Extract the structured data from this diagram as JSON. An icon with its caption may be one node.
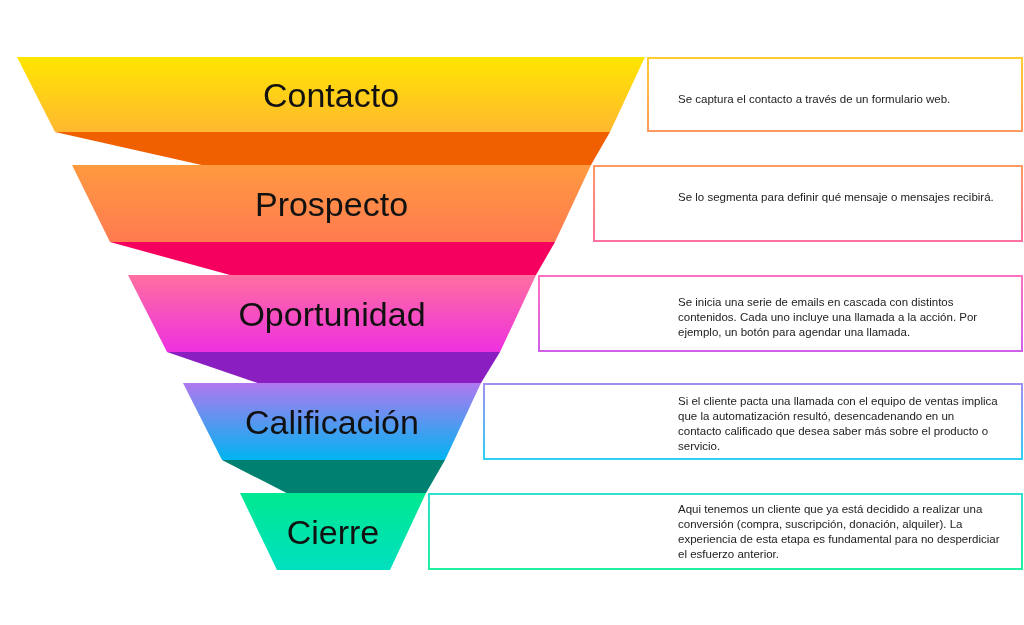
{
  "diagram": {
    "nodes": [
      {
        "text": [
          "Contacto"
        ]
      },
      {
        "text": [
          "Se captura el contacto a través de un formulario web."
        ]
      },
      {
        "text": [
          "Prospecto"
        ]
      },
      {
        "text": [
          "Se lo segmenta para definir qué mensaje o mensajes recibirá."
        ]
      },
      {
        "text": [
          "Oportunidad"
        ]
      },
      {
        "text": [
          "Se inicia una serie de emails en cascada con distintos contenidos. Cada uno incluye una llamada a la acción. Por ejemplo, un botón para agendar una llamada."
        ]
      },
      {
        "text": [
          "Calificación"
        ]
      },
      {
        "text": [
          "Si el cliente pacta una llamada con el equipo de ventas implica que la automatización resultó, desencadenando en un contacto calificado que desea saber más sobre el producto o servicio."
        ]
      },
      {
        "text": [
          "Cierre"
        ]
      },
      {
        "text": [
          "Aqui tenemos un cliente que ya está decidido a realizar una conversión (compra, suscripción, donación, alquiler). La experiencia de esta etapa es fundamental para no desperdiciar el esfuerzo anterior."
        ]
      }
    ]
  }
}
